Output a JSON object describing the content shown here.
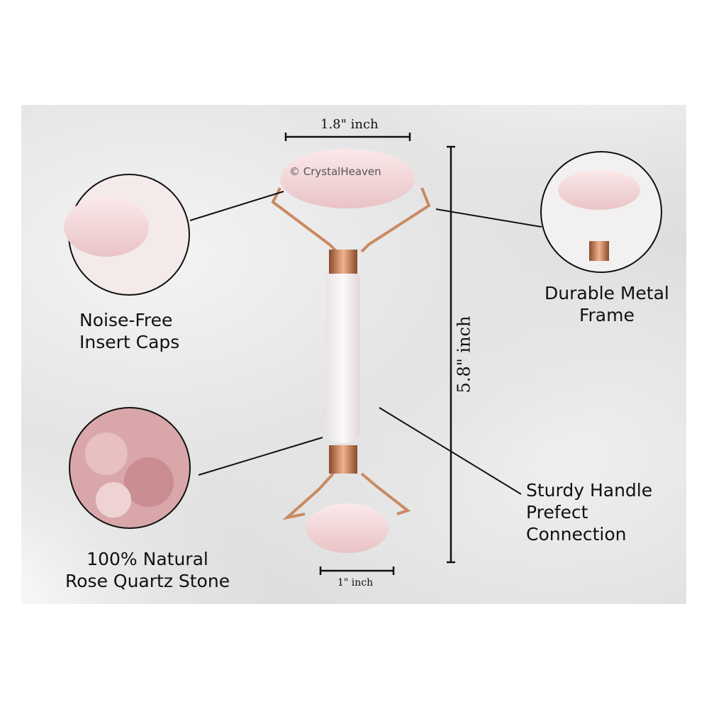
{
  "dimensions": {
    "top_width": "1.8\" inch",
    "height": "5.8\" inch",
    "bottom_width": "1\" inch"
  },
  "watermark": "© CrystalHeaven",
  "callouts": {
    "insert_caps": [
      "Noise-Free",
      "Insert Caps"
    ],
    "metal_frame": [
      "Durable Metal",
      "Frame"
    ],
    "natural_stone": [
      "100%  Natural",
      "Rose Quartz Stone"
    ],
    "handle": [
      "Sturdy Handle",
      "Prefect",
      "Connection"
    ]
  }
}
